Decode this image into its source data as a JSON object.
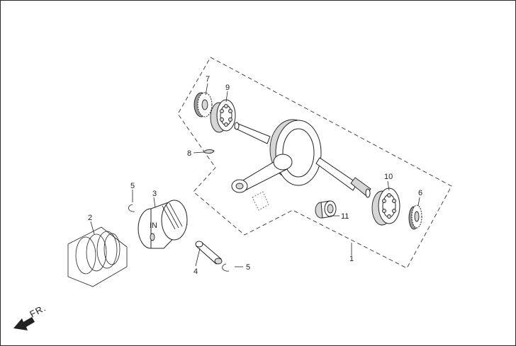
{
  "callouts": [
    {
      "id": "c1",
      "text": "1"
    },
    {
      "id": "c2",
      "text": "2"
    },
    {
      "id": "c3",
      "text": "3"
    },
    {
      "id": "c4",
      "text": "4"
    },
    {
      "id": "c5a",
      "text": "5"
    },
    {
      "id": "c5b",
      "text": "5"
    },
    {
      "id": "c6",
      "text": "6"
    },
    {
      "id": "c7",
      "text": "7"
    },
    {
      "id": "c8",
      "text": "8"
    },
    {
      "id": "c9",
      "text": "9"
    },
    {
      "id": "c10",
      "text": "10"
    },
    {
      "id": "c11",
      "text": "11"
    }
  ],
  "direction_label": "FR.",
  "piston_marking": "IN"
}
